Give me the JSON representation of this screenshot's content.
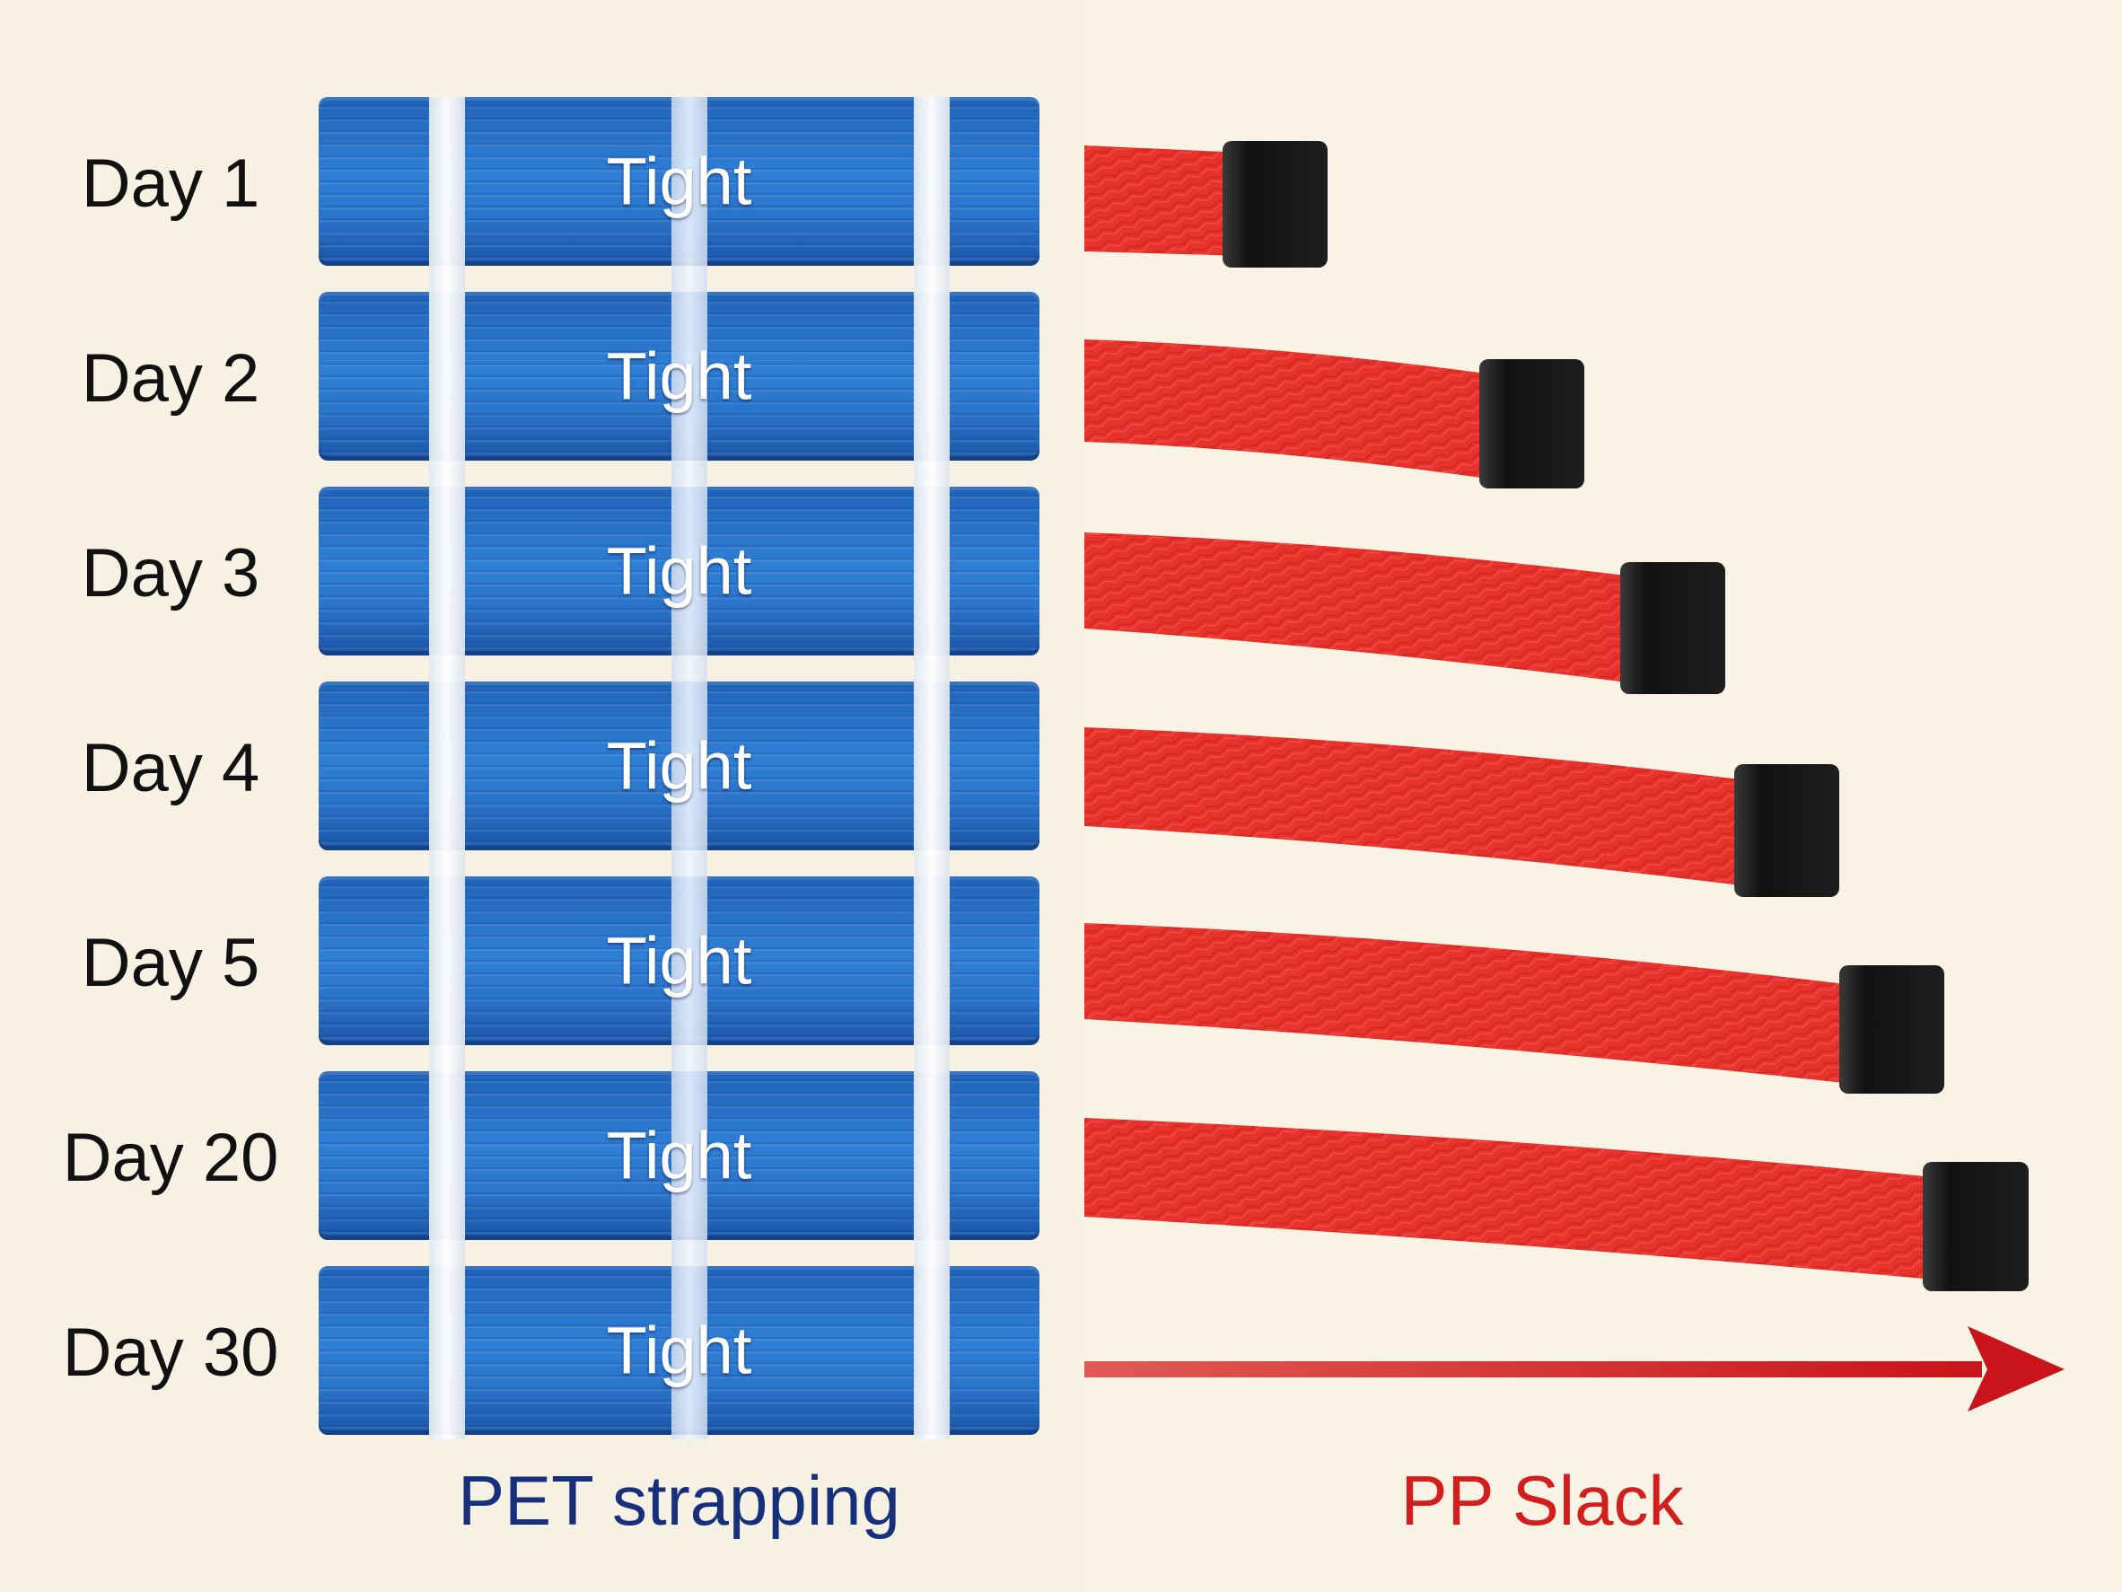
{
  "left_panel": {
    "days": [
      {
        "label": "Day 1",
        "status": "Tight"
      },
      {
        "label": "Day 2",
        "status": "Tight"
      },
      {
        "label": "Day 3",
        "status": "Tight"
      },
      {
        "label": "Day 4",
        "status": "Tight"
      },
      {
        "label": "Day 5",
        "status": "Tight"
      },
      {
        "label": "Day 20",
        "status": "Tight"
      },
      {
        "label": "Day 30",
        "status": "Tight"
      }
    ],
    "caption": "PET strapping",
    "colors": {
      "pet_blue": "#2a75cc",
      "band_white": "#f0f4fa",
      "caption": "#16307c"
    }
  },
  "right_panel": {
    "caption": "PP Slack",
    "colors": {
      "pp_red": "#e8322c",
      "buckle": "#1c1c1c",
      "arrow": "#cc1a1a",
      "caption": "#d31e1e"
    }
  }
}
